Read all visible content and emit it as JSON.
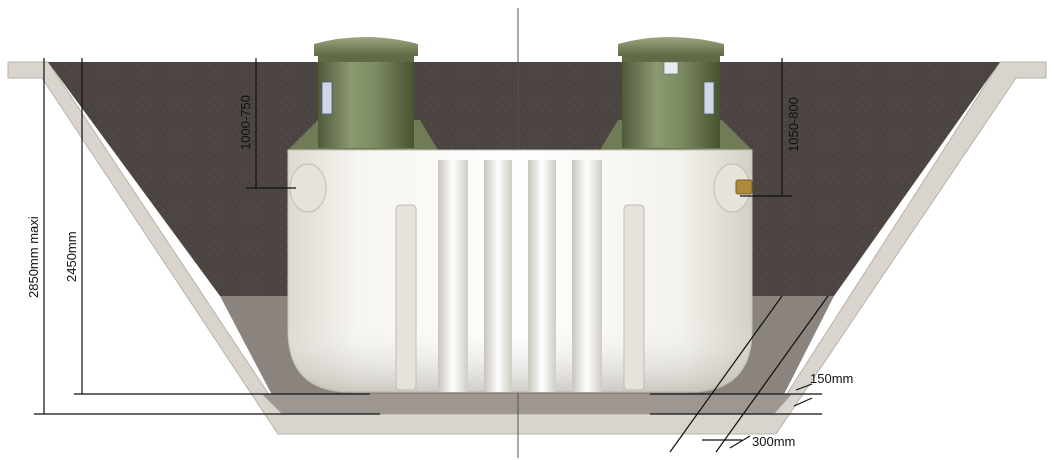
{
  "colors": {
    "background": "#ffffff",
    "pit_wall": "#d9d4cd",
    "pit_wall_edge": "#b8b2aa",
    "soil": "#4b4441",
    "gravel_bed": "#8a837e",
    "tank_body": "#f2f0ea",
    "tank_shadow": "#c9c6be",
    "riser": "#7b8a62",
    "riser_dark": "#56623f",
    "dimension_line": "#111111",
    "fitting": "#b08a3c"
  },
  "icons": {
    "inlet_fitting": "brass-pipe-fitting-icon",
    "ce_mark": "ce-label-icon",
    "riser_label": "product-label-icon"
  },
  "dimensions": {
    "total_depth": "2850mm maxi",
    "tank_depth": "2450mm",
    "inlet_depth": "1000-750",
    "outlet_depth": "1050-800",
    "bed_thickness": "150mm",
    "side_clearance": "300mm"
  }
}
